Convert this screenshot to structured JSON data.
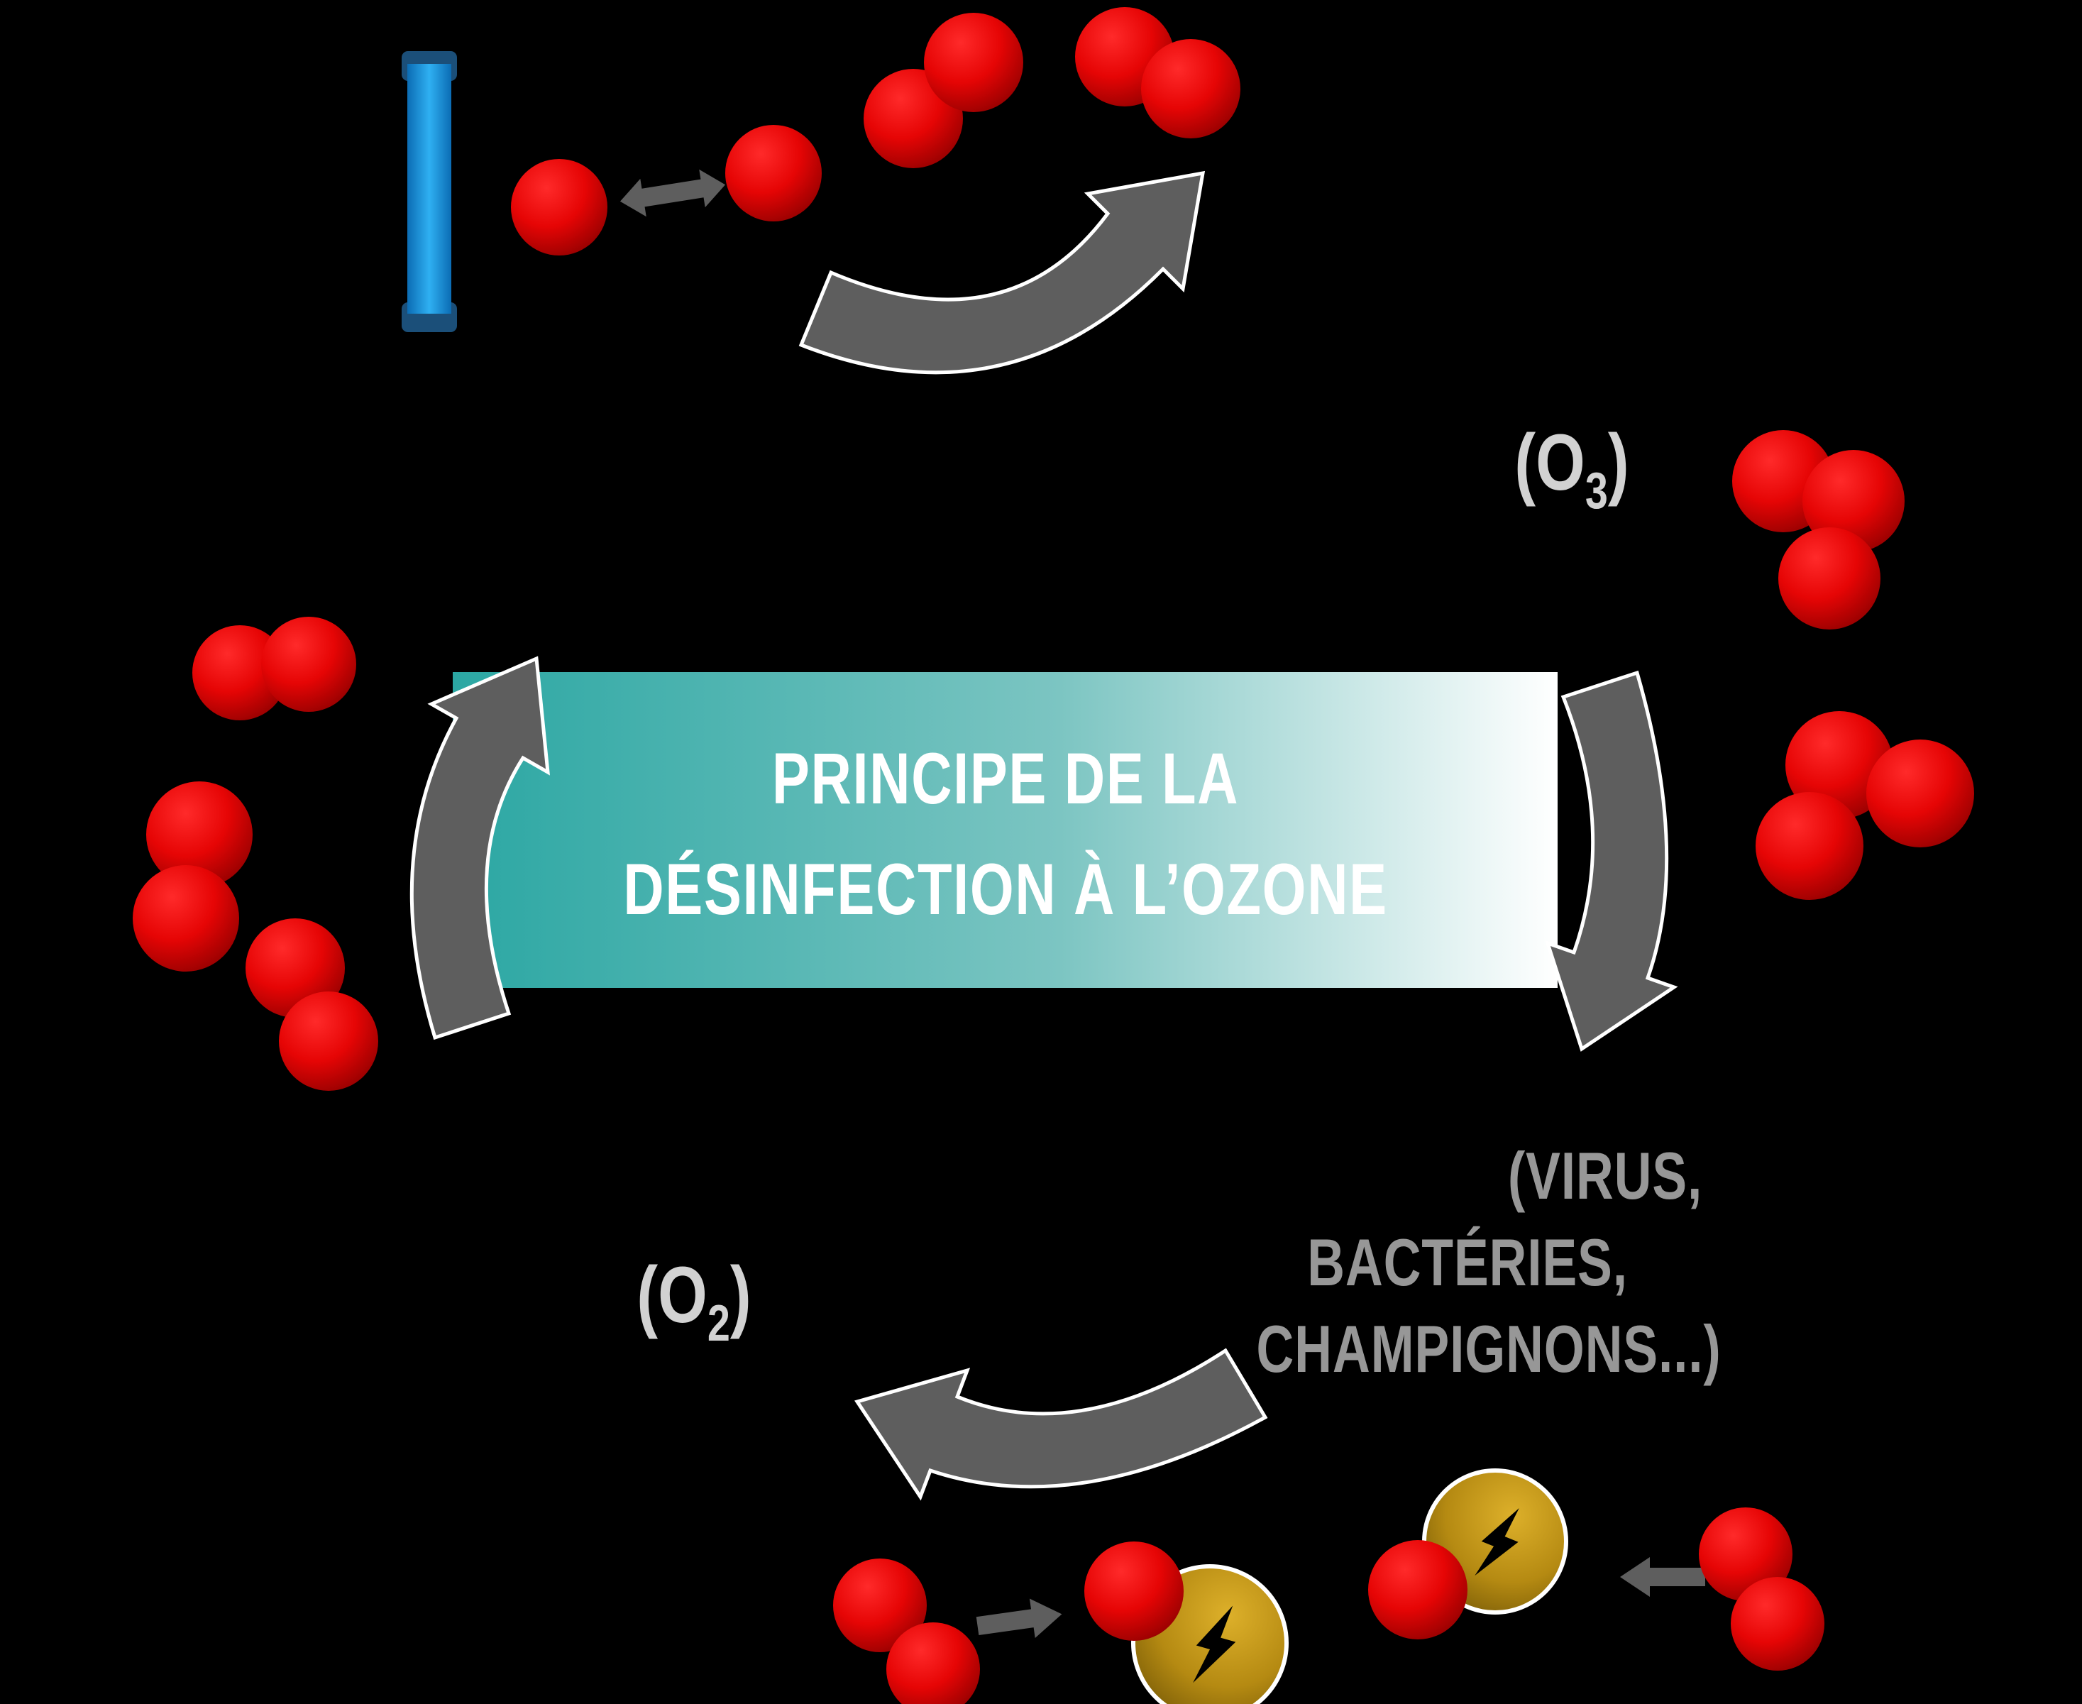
{
  "title_banner": {
    "line1": "PRINCIPE DE LA",
    "line2": "DÉSINFECTION À L’OZONE"
  },
  "labels": {
    "ozone": {
      "prefix": "(O",
      "subscript": "3",
      "suffix": ")"
    },
    "oxygen": {
      "prefix": "(O",
      "subscript": "2",
      "suffix": ")"
    },
    "targets": {
      "line1": "(VIRUS,",
      "line2": "BACTÉRIES,",
      "line3": "CHAMPIGNONS...)"
    }
  },
  "colors": {
    "background": "#000000",
    "molecule_red": "#e30505",
    "arrow_gray": "#5e5e5e",
    "banner_teal": "#2ba7a3",
    "banner_white": "#ffffff",
    "lamp_blue": "#1f9fe8",
    "lamp_cap_navy": "#1b4f79",
    "pathogen_gold": "#b08a12",
    "lightning_black": "#000000",
    "title_text": "#ffffff",
    "label_light": "#d2d2d2",
    "label_gray": "#979797"
  },
  "icons": {
    "uv_lamp": "blue-discharge-tube",
    "oxygen_atom": "red-sphere",
    "split_arrow": "double-headed-arrow",
    "cycle_arrow": "thick-curved-gray-arrow",
    "pathogen": "gold-cell-with-lightning",
    "lightning": "⚡"
  }
}
